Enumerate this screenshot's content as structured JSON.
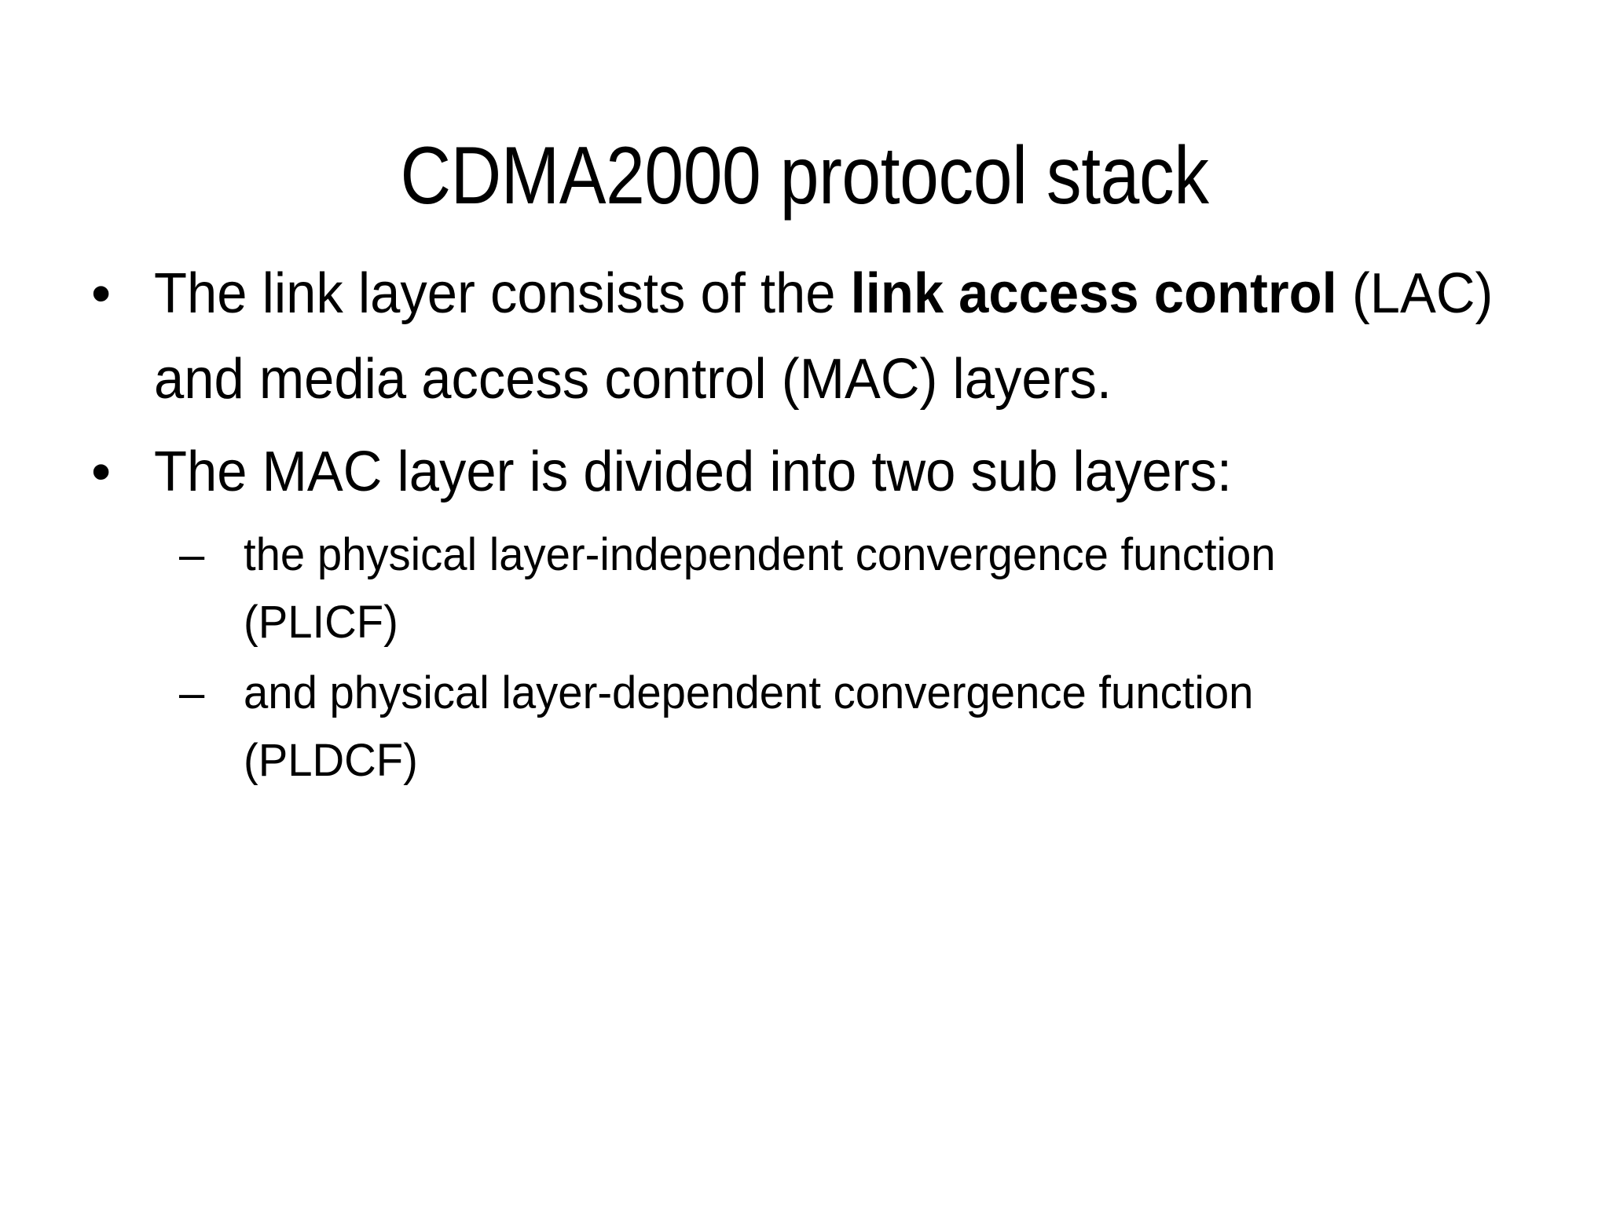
{
  "slide": {
    "title": "CDMA2000 protocol stack",
    "background_color": "#FFFFFF",
    "text_color": "#000000",
    "bullets": [
      {
        "level": 1,
        "marker": "bullet-dot",
        "marker_glyph": "•",
        "text_plain": "The link layer consists of the link access control (LAC) and media access control (MAC) layers.",
        "runs": [
          {
            "text": "The link layer consists of the ",
            "bold": false
          },
          {
            "text": "link access control",
            "bold": true
          },
          {
            "text": " (LAC) and media access control (MAC) layers.",
            "bold": false
          }
        ]
      },
      {
        "level": 1,
        "marker": "bullet-dot",
        "marker_glyph": "•",
        "text_plain": "The MAC layer is divided into two sub layers:",
        "runs": [
          {
            "text": "The MAC layer is divided into two sub layers:",
            "bold": false
          }
        ]
      },
      {
        "level": 2,
        "marker": "bullet-dash",
        "marker_glyph": "–",
        "text_plain": "the physical layer-independent convergence function (PLICF)",
        "runs": [
          {
            "text": "the physical layer-independent convergence function (PLICF)",
            "bold": false
          }
        ]
      },
      {
        "level": 2,
        "marker": "bullet-dash",
        "marker_glyph": "–",
        "text_plain": "and physical layer-dependent convergence function (PLDCF)",
        "runs": [
          {
            "text": "and physical layer-dependent convergence function (PLDCF)",
            "bold": false
          }
        ]
      }
    ]
  }
}
